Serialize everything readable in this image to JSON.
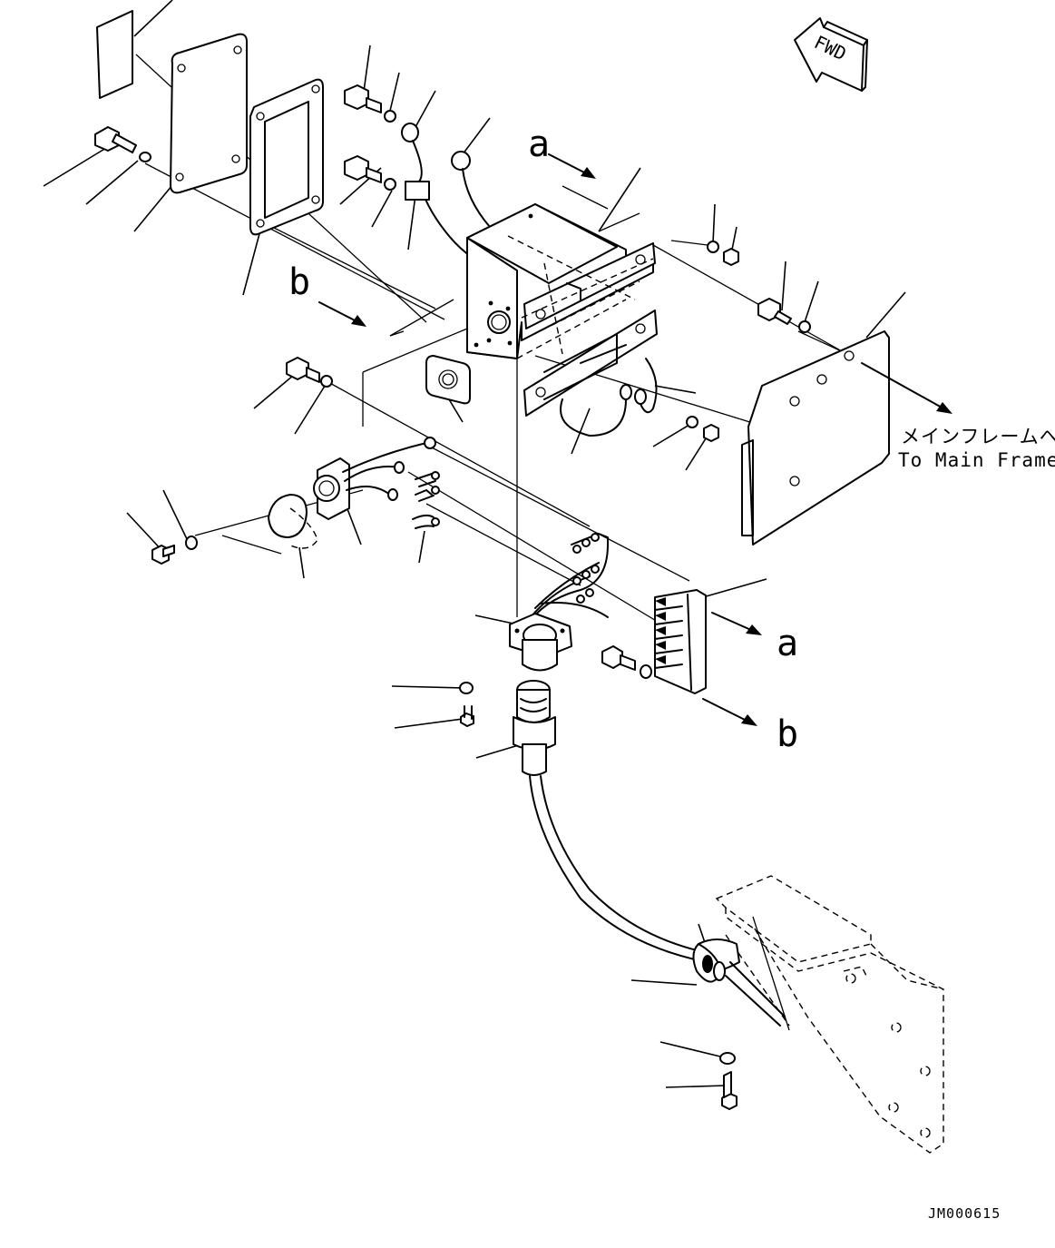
{
  "labels": {
    "fwd": "FWD",
    "ref_a_top": "a",
    "ref_b_top": "b",
    "ref_a_right": "a",
    "ref_b_right": "b",
    "main_frame_jp": "メインフレームへ",
    "main_frame_en": "To Main Frame",
    "drawing_number": "JM000615"
  },
  "leader_lines": [
    [
      148,
      40,
      190,
      0
    ],
    [
      48,
      205,
      122,
      160
    ],
    [
      95,
      225,
      152,
      177
    ],
    [
      148,
      255,
      190,
      204
    ],
    [
      268,
      325,
      288,
      250
    ],
    [
      408,
      50,
      400,
      108
    ],
    [
      440,
      80,
      430,
      122
    ],
    [
      480,
      100,
      458,
      140
    ],
    [
      540,
      130,
      510,
      170
    ],
    [
      375,
      225,
      420,
      185
    ],
    [
      410,
      250,
      432,
      210
    ],
    [
      450,
      275,
      458,
      215
    ],
    [
      660,
      255,
      706,
      185
    ],
    [
      788,
      225,
      786,
      268
    ],
    [
      812,
      250,
      806,
      280
    ],
    [
      866,
      288,
      862,
      342
    ],
    [
      902,
      310,
      886,
      358
    ],
    [
      998,
      322,
      955,
      372
    ],
    [
      280,
      450,
      330,
      408
    ],
    [
      325,
      478,
      360,
      422
    ],
    [
      510,
      465,
      495,
      440
    ],
    [
      767,
      433,
      722,
      425
    ],
    [
      720,
      492,
      765,
      465
    ],
    [
      756,
      518,
      780,
      480
    ],
    [
      630,
      500,
      650,
      450
    ],
    [
      140,
      565,
      180,
      608
    ],
    [
      180,
      540,
      208,
      598
    ],
    [
      335,
      637,
      330,
      603
    ],
    [
      398,
      600,
      380,
      553
    ],
    [
      462,
      620,
      468,
      585
    ],
    [
      524,
      678,
      580,
      690
    ],
    [
      845,
      638,
      775,
      658
    ],
    [
      432,
      756,
      512,
      758
    ],
    [
      435,
      802,
      510,
      792
    ],
    [
      525,
      835,
      575,
      820
    ],
    [
      770,
      1018,
      785,
      1062
    ],
    [
      696,
      1080,
      768,
      1085
    ],
    [
      728,
      1148,
      798,
      1165
    ],
    [
      734,
      1198,
      800,
      1196
    ]
  ]
}
